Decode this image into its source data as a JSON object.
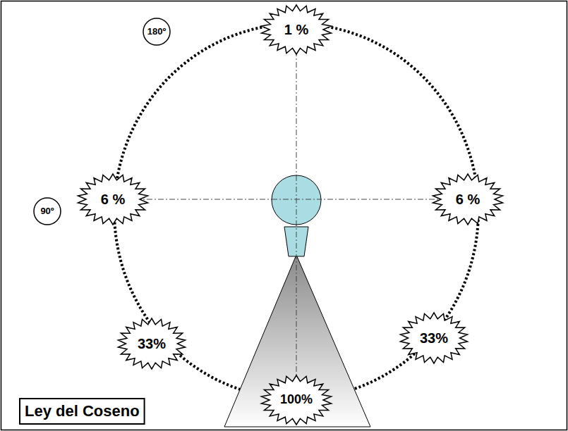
{
  "diagram": {
    "nodes": [
      {
        "text": [
          "180º"
        ]
      },
      {
        "text": [
          "1 %"
        ]
      },
      {
        "text": [
          "90º"
        ]
      },
      {
        "text": [
          "6 %"
        ]
      },
      {
        "text": [
          "6 %"
        ]
      },
      {
        "text": [
          "33%"
        ]
      },
      {
        "text": [
          "33%"
        ]
      },
      {
        "text": [
          "100%"
        ]
      },
      {
        "text": [
          "Ley del Coseno"
        ]
      }
    ]
  }
}
